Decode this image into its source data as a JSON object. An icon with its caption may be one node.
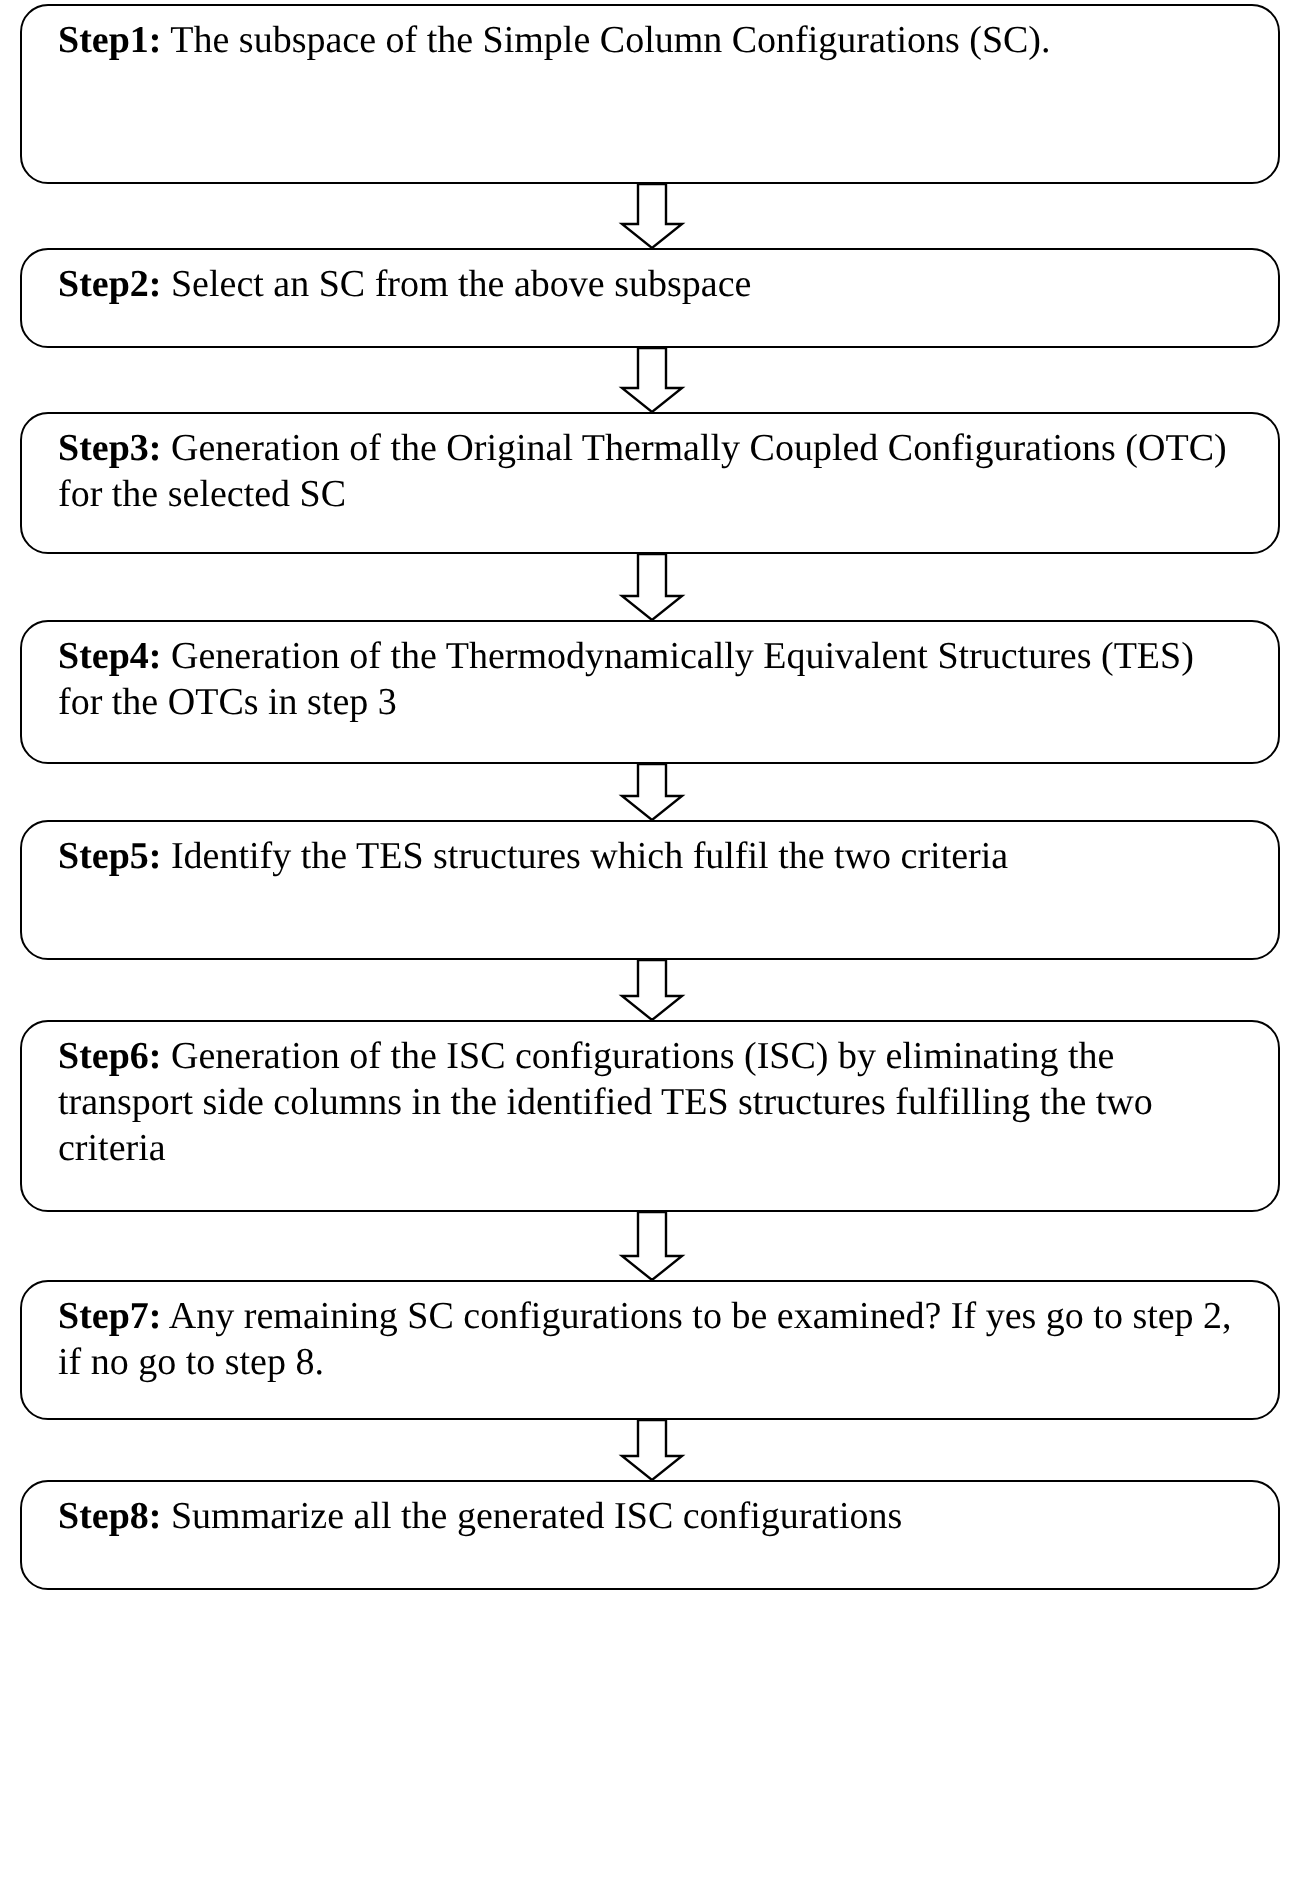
{
  "diagram": {
    "nodes": [
      {
        "text": [
          "**Step1:** The subspace of the Simple Column Configurations (SC)."
        ]
      },
      {
        "text": [
          "**Step2:** Select an SC from the above subspace"
        ]
      },
      {
        "text": [
          "**Step3:** Generation of the Original Thermally Coupled Configurations (OTC) for the selected SC"
        ]
      },
      {
        "text": [
          "**Step4:** Generation of the Thermodynamically Equivalent Structures (TES) for the OTCs in step 3"
        ]
      },
      {
        "text": [
          "**Step5:** Identify the TES structures which fulfil the two criteria"
        ]
      },
      {
        "text": [
          "**Step6:** Generation of the ISC configurations (ISC) by eliminating the transport side columns in the identified TES structures fulfilling the two criteria"
        ]
      },
      {
        "text": [
          "**Step7:** Any remaining SC configurations to be examined? If yes go to step 2, if no go to step 8."
        ]
      },
      {
        "text": [
          "**Step8:** Summarize all the generated ISC configurations"
        ]
      }
    ],
    "edges": [
      {
        "from": 0,
        "to": 1,
        "arrow": "to"
      },
      {
        "from": 1,
        "to": 2,
        "arrow": "to"
      },
      {
        "from": 2,
        "to": 3,
        "arrow": "to"
      },
      {
        "from": 3,
        "to": 4,
        "arrow": "to"
      },
      {
        "from": 4,
        "to": 5,
        "arrow": "to"
      },
      {
        "from": 5,
        "to": 6,
        "arrow": "to"
      },
      {
        "from": 6,
        "to": 7,
        "arrow": "to"
      }
    ]
  }
}
